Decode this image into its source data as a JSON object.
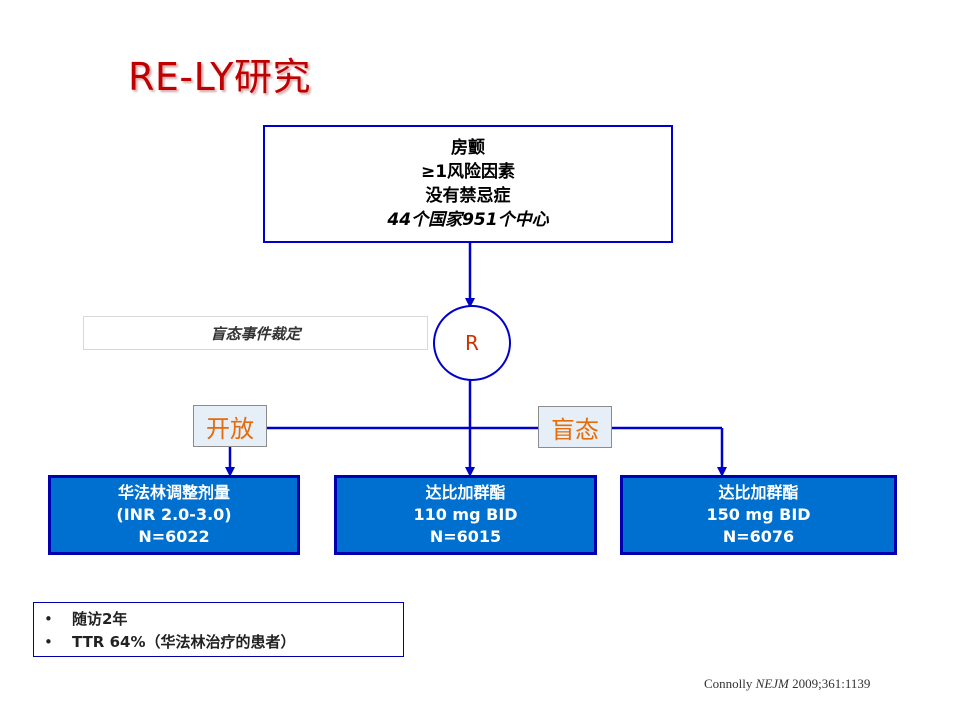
{
  "title": "RE-LY研究",
  "top_box": {
    "line1": "房颤",
    "line2": "≥1风险因素",
    "line3": "没有禁忌症",
    "line4": "44个国家951个中心"
  },
  "adjudication": "盲态事件裁定",
  "randomization": "R",
  "labels": {
    "open": "开放",
    "blind": "盲态"
  },
  "arms": [
    {
      "line1": "华法林调整剂量",
      "line2": "(INR 2.0-3.0)",
      "line3": "N=6022"
    },
    {
      "line1": "达比加群酯",
      "line2": "110 mg BID",
      "line3": "N=6015"
    },
    {
      "line1": "达比加群酯",
      "line2": "150 mg BID",
      "line3": "N=6076"
    }
  ],
  "notes": [
    {
      "bullet": "•",
      "text": "随访2年"
    },
    {
      "bullet": "•",
      "text": "TTR 64%（华法林治疗的患者）"
    }
  ],
  "citation": {
    "author": "Connolly ",
    "journal": "NEJM",
    "ref": " 2009;361:1139"
  },
  "colors": {
    "title": "#c00000",
    "line": "#0000cc",
    "arm_fill": "#0070d0",
    "label_text": "#e46c0a"
  }
}
